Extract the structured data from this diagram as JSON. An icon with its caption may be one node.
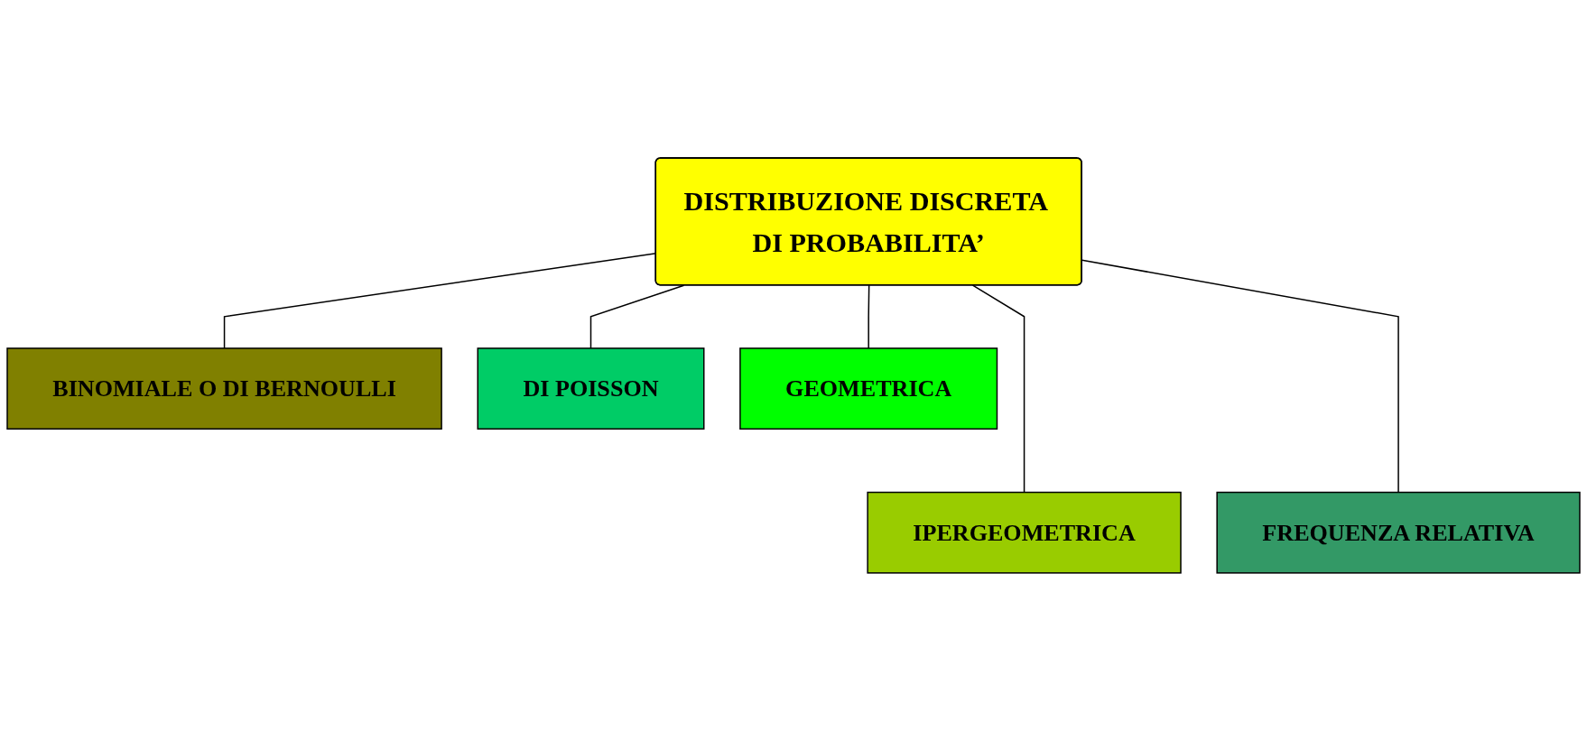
{
  "diagram": {
    "nodes": [
      {
        "text": [
          "DISTRIBUZIONE DISCRETA DI PROBABILITA’"
        ]
      },
      {
        "text": [
          "BINOMIALE O DI BERNOULLI"
        ]
      },
      {
        "text": [
          "DI POISSON"
        ]
      },
      {
        "text": [
          "GEOMETRICA"
        ]
      },
      {
        "text": [
          "IPERGEOMETRICA"
        ]
      },
      {
        "text": [
          "FREQUENZA RELATIVA"
        ]
      }
    ],
    "edges": [
      {
        "from": 0,
        "to": 1,
        "arrow": "none"
      },
      {
        "from": 0,
        "to": 4,
        "arrow": "none"
      },
      {
        "from": 0,
        "to": 2,
        "arrow": "none"
      },
      {
        "from": 0,
        "to": 5,
        "arrow": "none"
      },
      {
        "from": 0,
        "to": 3,
        "arrow": "none"
      }
    ]
  }
}
